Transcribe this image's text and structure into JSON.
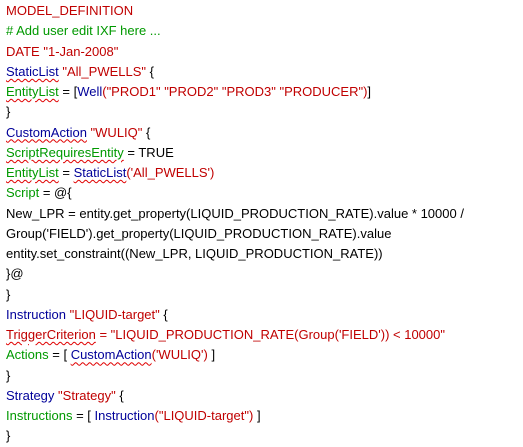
{
  "lines": {
    "l01": "MODEL_DEFINITION",
    "l02": "# Add user edit IXF here ...",
    "l03_kw": "DATE",
    "l03_str": "\"1-Jan-2008\"",
    "l04_kw": "StaticList",
    "l04_str": "\"All_PWELLS\"",
    "l04_rest": " {",
    "l05_kw": "EntityList",
    "l05_a": " = [",
    "l05_fn": "Well",
    "l05_str": "(\"PROD1\" \"PROD2\" \"PROD3\" \"PRODUCER\")",
    "l05_b": "]",
    "l06": "}",
    "l07_kw": "CustomAction",
    "l07_str": "\"WULIQ\"",
    "l07_rest": " {",
    "l08_kw": "ScriptRequiresEntity",
    "l08_rest": " = TRUE",
    "l09_kw": "EntityList",
    "l09_a": " = ",
    "l09_fn": "StaticList",
    "l09_b": "('All_PWELLS')",
    "l10_kw": "Script",
    "l10_rest": " = @{",
    "l11": "New_LPR = entity.get_property(LIQUID_PRODUCTION_RATE).value * 10000 /",
    "l12": "Group('FIELD').get_property(LIQUID_PRODUCTION_RATE).value",
    "l13": "entity.set_constraint((New_LPR, LIQUID_PRODUCTION_RATE))",
    "l14": "}@",
    "l15": "}",
    "l16_kw": "Instruction",
    "l16_str": "\"LIQUID-target\"",
    "l16_rest": " {",
    "l17_kw": "TriggerCriterion",
    "l17_str": " = \"LIQUID_PRODUCTION_RATE(Group('FIELD')) < 10000\"",
    "l18_kw": "Actions",
    "l18_a": " = [ ",
    "l18_fn": "CustomAction",
    "l18_str": "('WULIQ')",
    "l18_b": " ]",
    "l19": "}",
    "l20_kw": "Strategy",
    "l20_str": "\"Strategy\"",
    "l20_rest": " {",
    "l21_kw": "Instructions",
    "l21_a": " = [ ",
    "l21_fn": "Instruction",
    "l21_str": "(\"LIQUID-target\")",
    "l21_b": " ]",
    "l22": "}"
  },
  "colors": {
    "keyword_red": "#c00000",
    "comment_green": "#009900",
    "keyword_navy": "#000099",
    "spellcheck_underline": "#e00000"
  }
}
